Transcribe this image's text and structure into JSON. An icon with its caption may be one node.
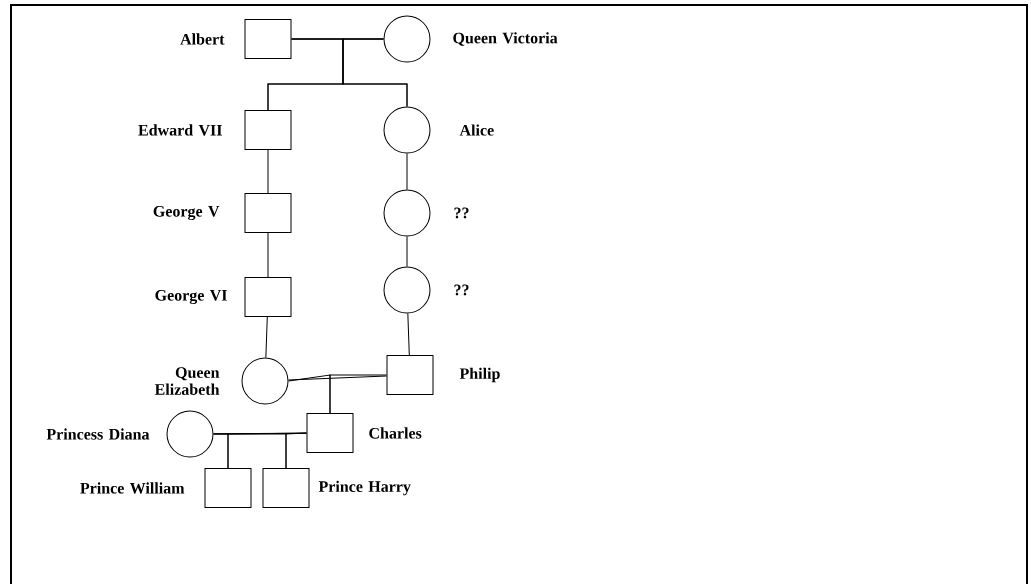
{
  "diagram": {
    "nodes": [
      {
        "text": [],
        "shape": "box",
        "beside": [
          "Albert"
        ]
      },
      {
        "text": [],
        "shape": "circle",
        "beside": [
          "Queen Victoria"
        ]
      },
      {
        "text": [],
        "shape": "box",
        "beside": [
          "Edward VII"
        ]
      },
      {
        "text": [],
        "shape": "circle",
        "beside": [
          "Alice"
        ]
      },
      {
        "text": [],
        "shape": "box",
        "beside": [
          "George V"
        ]
      },
      {
        "text": [],
        "shape": "circle",
        "beside": [
          "??"
        ]
      },
      {
        "text": [],
        "shape": "box",
        "beside": [
          "George VI"
        ]
      },
      {
        "text": [],
        "shape": "circle",
        "beside": [
          "??"
        ]
      },
      {
        "text": [],
        "shape": "circle",
        "beside": [
          "Queen Elizabeth"
        ]
      },
      {
        "text": [],
        "shape": "box",
        "beside": [
          "Philip"
        ]
      },
      {
        "text": [],
        "shape": "box",
        "beside": [
          "Charles"
        ]
      },
      {
        "text": [],
        "shape": "circle",
        "beside": [
          "Princess Diana"
        ]
      },
      {
        "text": [],
        "shape": "box",
        "beside": [
          "Prince William"
        ]
      },
      {
        "text": [],
        "shape": "box",
        "beside": [
          "Prince Harry"
        ]
      }
    ],
    "edges": [
      {
        "from": 0,
        "to": 1,
        "arrow": "none"
      },
      {
        "from": 0,
        "to": 2,
        "arrow": "none"
      },
      {
        "from": 1,
        "to": 2,
        "arrow": "none"
      },
      {
        "from": 0,
        "to": 3,
        "arrow": "none"
      },
      {
        "from": 1,
        "to": 3,
        "arrow": "none"
      },
      {
        "from": 2,
        "to": 4,
        "arrow": "none"
      },
      {
        "from": 4,
        "to": 6,
        "arrow": "none"
      },
      {
        "from": 6,
        "to": 8,
        "arrow": "none"
      },
      {
        "from": 3,
        "to": 5,
        "arrow": "none"
      },
      {
        "from": 5,
        "to": 7,
        "arrow": "none"
      },
      {
        "from": 7,
        "to": 9,
        "arrow": "none"
      },
      {
        "from": 8,
        "to": 9,
        "arrow": "none"
      },
      {
        "from": 8,
        "to": 10,
        "arrow": "none"
      },
      {
        "from": 9,
        "to": 10,
        "arrow": "none"
      },
      {
        "from": 11,
        "to": 10,
        "arrow": "none"
      },
      {
        "from": 11,
        "to": 12,
        "arrow": "none"
      },
      {
        "from": 10,
        "to": 12,
        "arrow": "none"
      },
      {
        "from": 11,
        "to": 13,
        "arrow": "none"
      },
      {
        "from": 10,
        "to": 13,
        "arrow": "none"
      }
    ]
  }
}
